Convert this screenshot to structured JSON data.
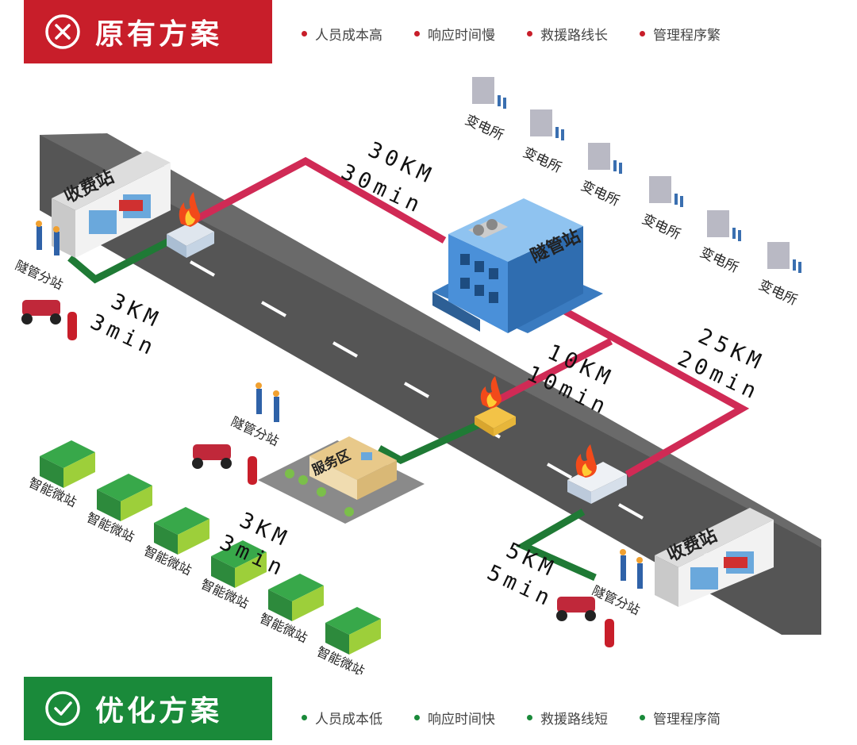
{
  "original": {
    "title": "原有方案",
    "icon": "x-circle-icon",
    "bullets": [
      "人员成本高",
      "响应时间慢",
      "救援路线长",
      "管理程序繁"
    ],
    "color": "#c81e2a"
  },
  "optimized": {
    "title": "优化方案",
    "icon": "check-circle-icon",
    "bullets": [
      "人员成本低",
      "响应时间快",
      "救援路线短",
      "管理程序简"
    ],
    "color": "#1a8a3a"
  },
  "scene": {
    "toll_station": "收费站",
    "pipe_center": "隧管站",
    "service_area": "服务区",
    "sub_station": "隧管分站",
    "substation": "变电所",
    "micro_station": "智能微站",
    "routes": {
      "r30_dist": "30KM",
      "r30_time": "30min",
      "r3a_dist": "3KM",
      "r3a_time": "3min",
      "r10_dist": "10KM",
      "r10_time": "10min",
      "r25_dist": "25KM",
      "r25_time": "20min",
      "r3b_dist": "3KM",
      "r3b_time": "3min",
      "r5_dist": "5KM",
      "r5_time": "5min"
    }
  }
}
